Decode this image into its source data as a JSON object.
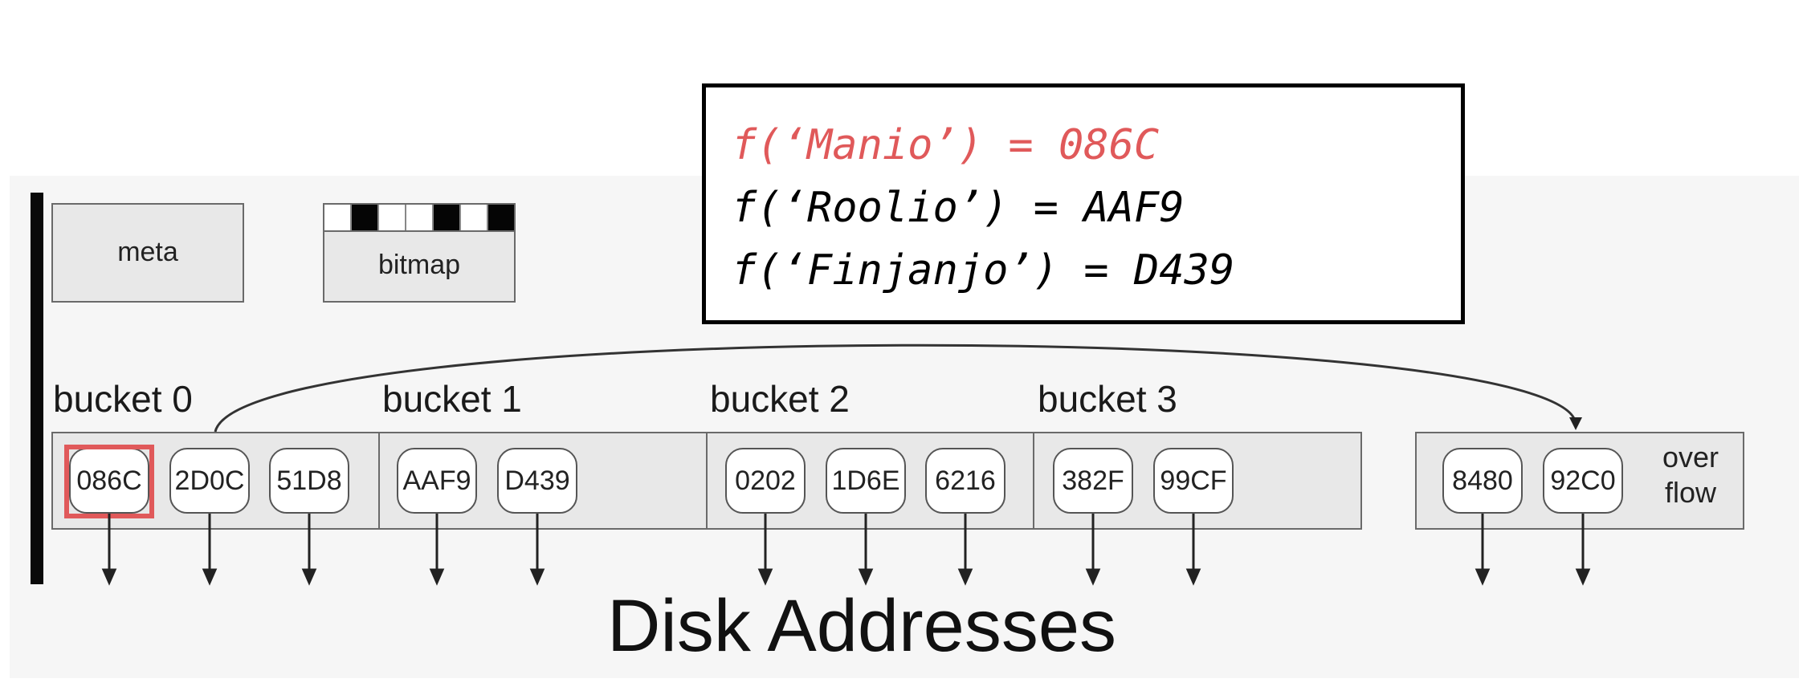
{
  "hash_box": {
    "lines": [
      "f(‘Manio’) = 086C",
      "f(‘Roolio’) = AAF9",
      "f(‘Finjanjo’) = D439"
    ],
    "highlight_color": "#e0595a"
  },
  "blocks": {
    "meta": "meta",
    "bitmap": "bitmap",
    "bitmap_cells": [
      0,
      1,
      0,
      0,
      1,
      0,
      1
    ]
  },
  "buckets": [
    {
      "label": "bucket 0",
      "entries": [
        "086C",
        "2D0C",
        "51D8"
      ]
    },
    {
      "label": "bucket 1",
      "entries": [
        "AAF9",
        "D439"
      ]
    },
    {
      "label": "bucket 2",
      "entries": [
        "0202",
        "1D6E",
        "6216"
      ]
    },
    {
      "label": "bucket 3",
      "entries": [
        "382F",
        "99CF"
      ]
    }
  ],
  "overflow": {
    "label_line1": "over",
    "label_line2": "flow",
    "entries": [
      "8480",
      "92C0"
    ]
  },
  "highlighted_entry": "086C",
  "caption": "Disk Addresses"
}
